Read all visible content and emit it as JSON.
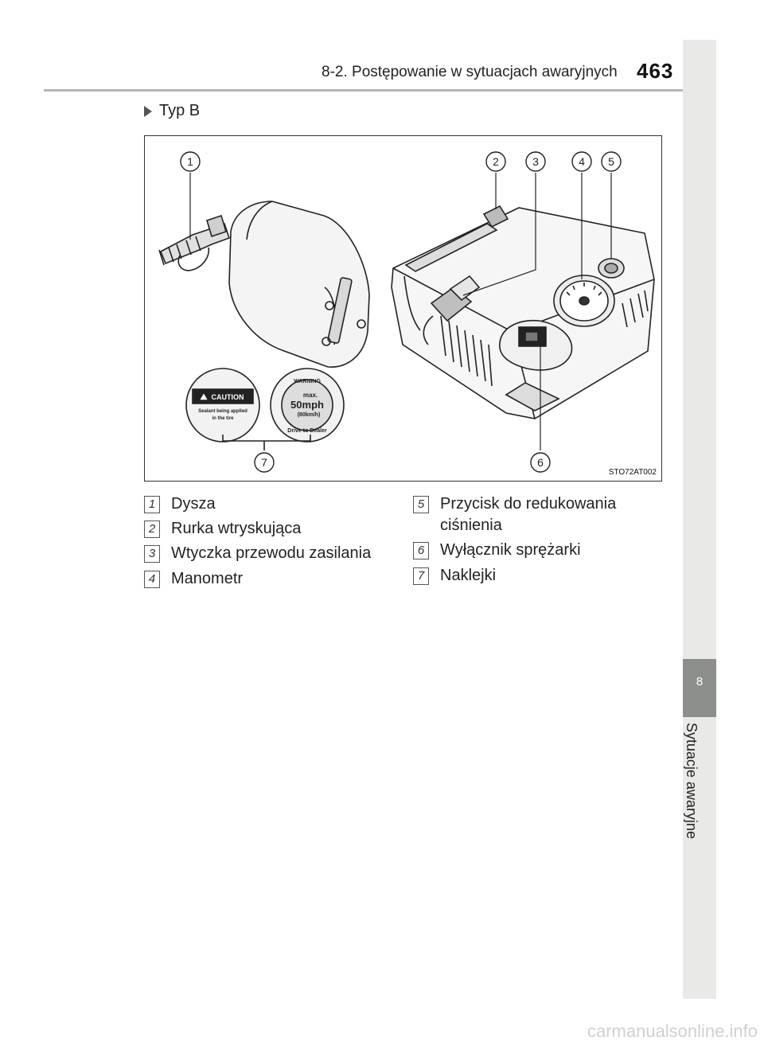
{
  "header": {
    "title": "8-2. Postępowanie w sytuacjach awaryjnych",
    "page_number": "463"
  },
  "side_tab": {
    "number": "8",
    "label": "Sytuacje awaryjne"
  },
  "section": {
    "type_label": "Typ B"
  },
  "figure": {
    "callouts": [
      "1",
      "2",
      "3",
      "4",
      "5",
      "6",
      "7"
    ],
    "code": "STO72AT002",
    "sticker_caution": {
      "title": "CAUTION",
      "line1": "Sealant being applied",
      "line2": "in the tire"
    },
    "sticker_warning": {
      "title": "WARNING",
      "max": "max.",
      "speed": "50mph",
      "kmh": "(80km/h)",
      "bottom": "Drive to Dealer"
    }
  },
  "legend": [
    {
      "num": "1",
      "text": "Dysza"
    },
    {
      "num": "2",
      "text": "Rurka wtryskująca"
    },
    {
      "num": "3",
      "text": "Wtyczka przewodu zasilania"
    },
    {
      "num": "4",
      "text": "Manometr"
    },
    {
      "num": "5",
      "text": "Przycisk do redukowania ciśnienia"
    },
    {
      "num": "6",
      "text": "Wyłącznik sprężarki"
    },
    {
      "num": "7",
      "text": "Naklejki"
    }
  ],
  "footer": {
    "watermark": "carmanualsonline.info"
  }
}
